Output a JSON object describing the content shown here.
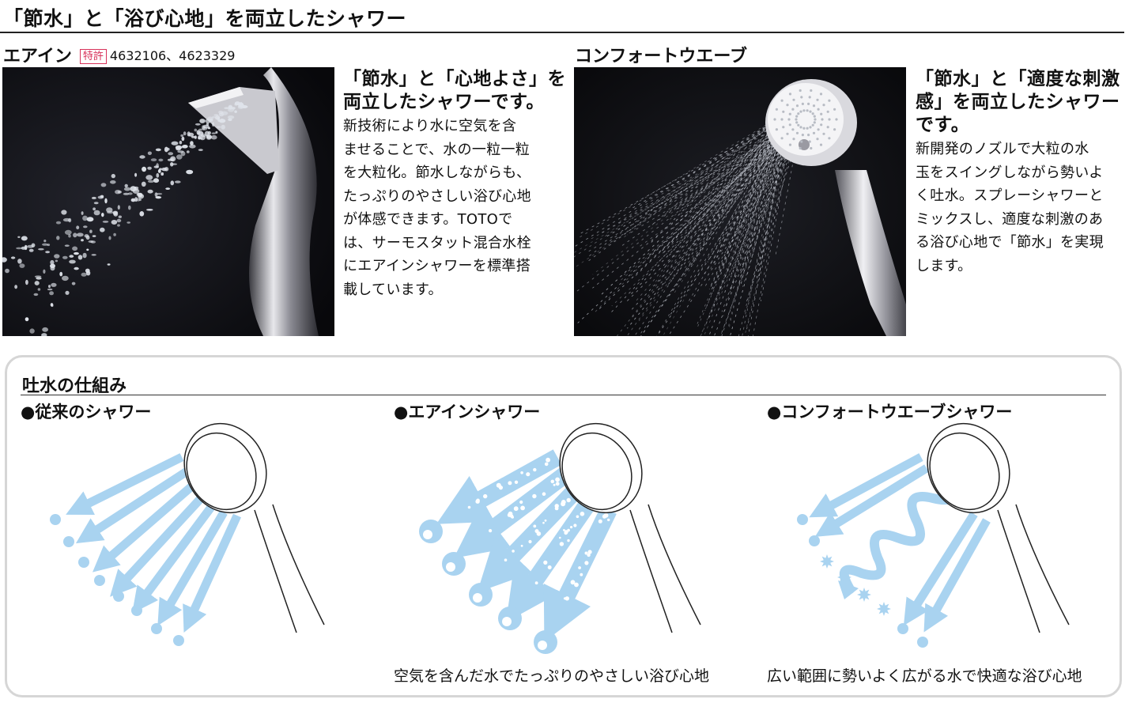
{
  "page_title": "「節水」と「浴び心地」を両立したシャワー",
  "airin": {
    "name": "エアイン",
    "patent_label": "特許",
    "patent_numbers": "4632106、4623329",
    "headline": [
      "「節水」と「心地よさ」を",
      "両立したシャワーです。"
    ],
    "body": [
      "新技術により水に空気を含",
      "ませることで、水の一粒一粒",
      "を大粒化。節水しながらも、",
      "たっぷりのやさしい浴び心地",
      "が体感できます。TOTOで",
      "は、サーモスタット混合水栓",
      "にエアインシャワーを標準搭",
      "載しています。"
    ]
  },
  "comfort": {
    "name": "コンフォートウエーブ",
    "headline": [
      "「節水」と「適度な刺激",
      "感」を両立したシャワー",
      "です。"
    ],
    "body": [
      "新開発のノズルで大粒の水",
      "玉をスイングしながら勢いよ",
      "く吐水。スプレーシャワーと",
      "ミックスし、適度な刺激のあ",
      "る浴び心地で「節水」を実現",
      "します。"
    ]
  },
  "mechanism": {
    "title": "吐水の仕組み",
    "conventional": "●従来のシャワー",
    "airin": "●エアインシャワー",
    "comfort": "●コンフォートウエーブシャワー",
    "airin_caption": "空気を含んだ水でたっぷりのやさしい浴び心地",
    "comfort_caption": "広い範囲に勢いよく広がる水で快適な浴び心地"
  },
  "colors": {
    "water_blue": "#a9d3f0",
    "badge_pink": "#d8325a",
    "photo_bg": "#0c0c10"
  }
}
